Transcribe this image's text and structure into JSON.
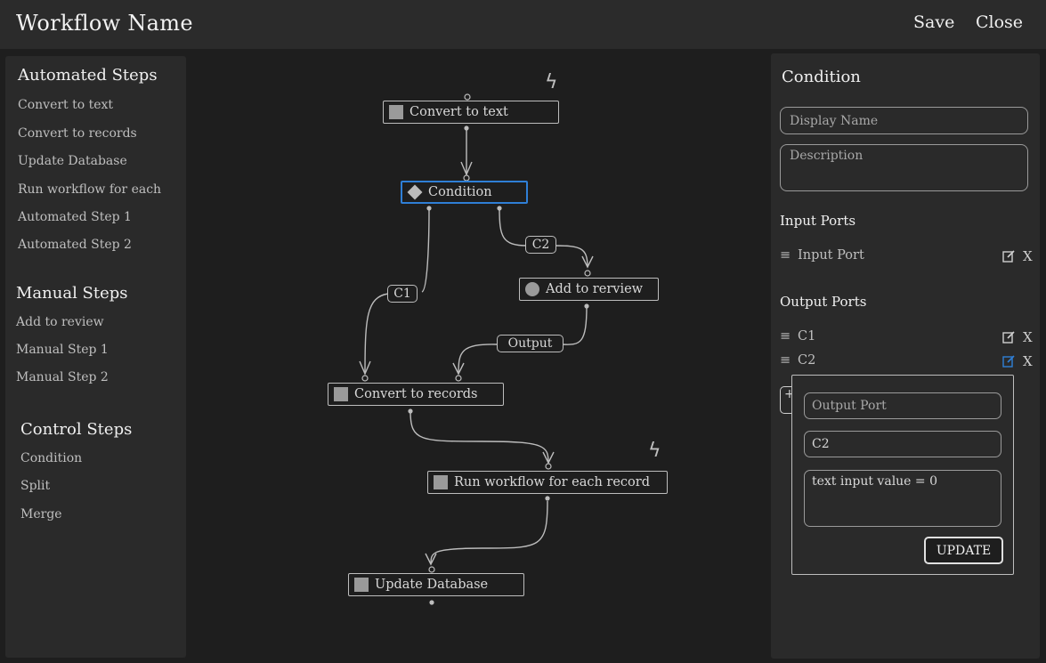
{
  "header": {
    "title": "Workflow Name",
    "save_label": "Save",
    "close_label": "Close"
  },
  "sidebar": {
    "automated": {
      "title": "Automated Steps",
      "items": [
        "Convert to text",
        "Convert to records",
        "Update Database",
        "Run workflow for each",
        "Automated Step 1",
        "Automated Step 2"
      ]
    },
    "manual": {
      "title": "Manual Steps",
      "items": [
        "Add to review",
        "Manual Step 1",
        "Manual Step 2"
      ]
    },
    "control": {
      "title": "Control Steps",
      "items": [
        "Condition",
        "Split",
        "Merge"
      ]
    }
  },
  "canvas": {
    "nodes": {
      "convert_text": "Convert to text",
      "condition": "Condition",
      "add_review": "Add to rerview",
      "convert_records": "Convert to records",
      "run_workflow": "Run workflow for each record",
      "update_db": "Update Database"
    },
    "edge_labels": {
      "c1": "C1",
      "c2": "C2",
      "output": "Output"
    }
  },
  "panel": {
    "title": "Condition",
    "display_name_placeholder": "Display Name",
    "description_placeholder": "Description",
    "input_ports_title": "Input Ports",
    "input_ports": [
      "Input Port"
    ],
    "output_ports_title": "Output Ports",
    "output_ports": [
      "C1",
      "C2"
    ]
  },
  "popup": {
    "output_port_placeholder": "Output Port",
    "name_value": "C2",
    "condition_value": "text input value = 0",
    "update_label": "UPDATE"
  },
  "colors": {
    "background": "#1e1e1e",
    "panel": "#2a2a2a",
    "selected": "#2f7fd6"
  }
}
